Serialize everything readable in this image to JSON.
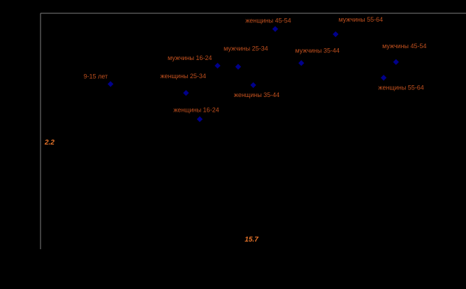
{
  "chart_data": {
    "type": "scatter",
    "title": "",
    "xlabel": "",
    "ylabel": "",
    "xlim": [
      0,
      31
    ],
    "ylim": [
      -1.1,
      3.4
    ],
    "grid": false,
    "legend": "none",
    "colors": {
      "background": "#000000",
      "frame": "#808080",
      "marker": "#00008B",
      "label": "#C0501E",
      "reference_label": "#E8742A"
    },
    "reference_lines": {
      "x": 15.7,
      "y": 2.2,
      "x_label": "15.7",
      "y_label": "2.2"
    },
    "points": [
      {
        "label": "9-15 лет",
        "x": 5.1,
        "y": 2.05
      },
      {
        "label": "женщины 25-34",
        "x": 10.6,
        "y": 1.88
      },
      {
        "label": "женщины 16-24",
        "x": 11.6,
        "y": 1.38
      },
      {
        "label": "мужчины 16-24",
        "x": 12.9,
        "y": 2.4
      },
      {
        "label": "мужчины 25-34",
        "x": 14.4,
        "y": 2.38
      },
      {
        "label": "женщины 35-44",
        "x": 15.5,
        "y": 2.03
      },
      {
        "label": "женщины 45-54",
        "x": 17.1,
        "y": 3.1
      },
      {
        "label": "мужчины 35-44",
        "x": 19.0,
        "y": 2.45
      },
      {
        "label": "мужчины 55-64",
        "x": 21.5,
        "y": 3.0
      },
      {
        "label": "женщины 55-64",
        "x": 25.0,
        "y": 2.17
      },
      {
        "label": "мужчины 45-54",
        "x": 25.9,
        "y": 2.47
      }
    ]
  }
}
